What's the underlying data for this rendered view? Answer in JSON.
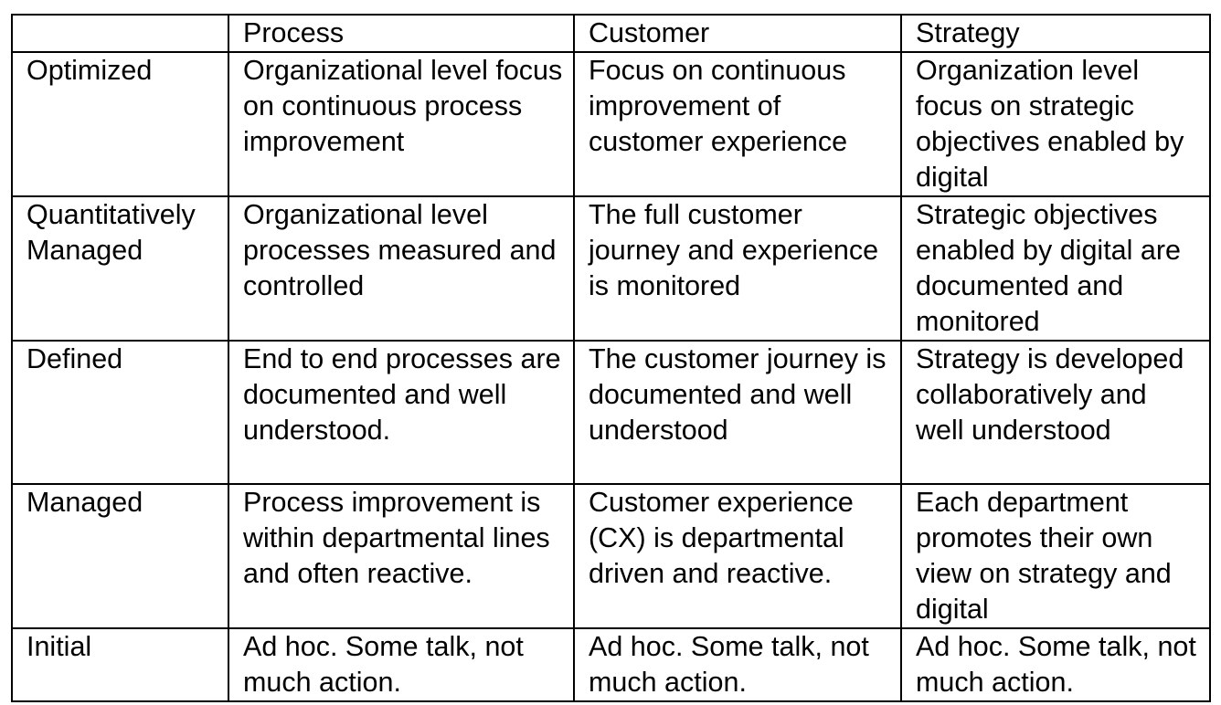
{
  "table": {
    "headers": [
      "",
      "Process",
      "Customer",
      "Strategy"
    ],
    "rows": [
      {
        "level": "Optimized",
        "process": "Organizational level focus on continuous process improvement",
        "customer": "Focus on continuous improvement of customer experience",
        "strategy": "Organization level focus on strategic objectives enabled by digital"
      },
      {
        "level": "Quantitatively Managed",
        "process": "Organizational level processes measured and controlled",
        "customer": "The full customer journey and experience is monitored",
        "strategy": "Strategic objectives enabled by digital are documented and monitored"
      },
      {
        "level": "Defined",
        "process": "End to end processes are documented and well understood.",
        "customer": "The customer journey is documented and well understood",
        "strategy": "Strategy is developed collaboratively and well understood"
      },
      {
        "level": "Managed",
        "process": "Process improvement is within departmental lines and often reactive.",
        "customer": "Customer experience (CX) is departmental driven and reactive.",
        "strategy": "Each department promotes their own view on strategy and digital"
      },
      {
        "level": "Initial",
        "process": "Ad hoc. Some talk, not much action.",
        "customer": "Ad hoc. Some talk, not much action.",
        "strategy": "Ad hoc. Some talk, not much action."
      }
    ]
  }
}
